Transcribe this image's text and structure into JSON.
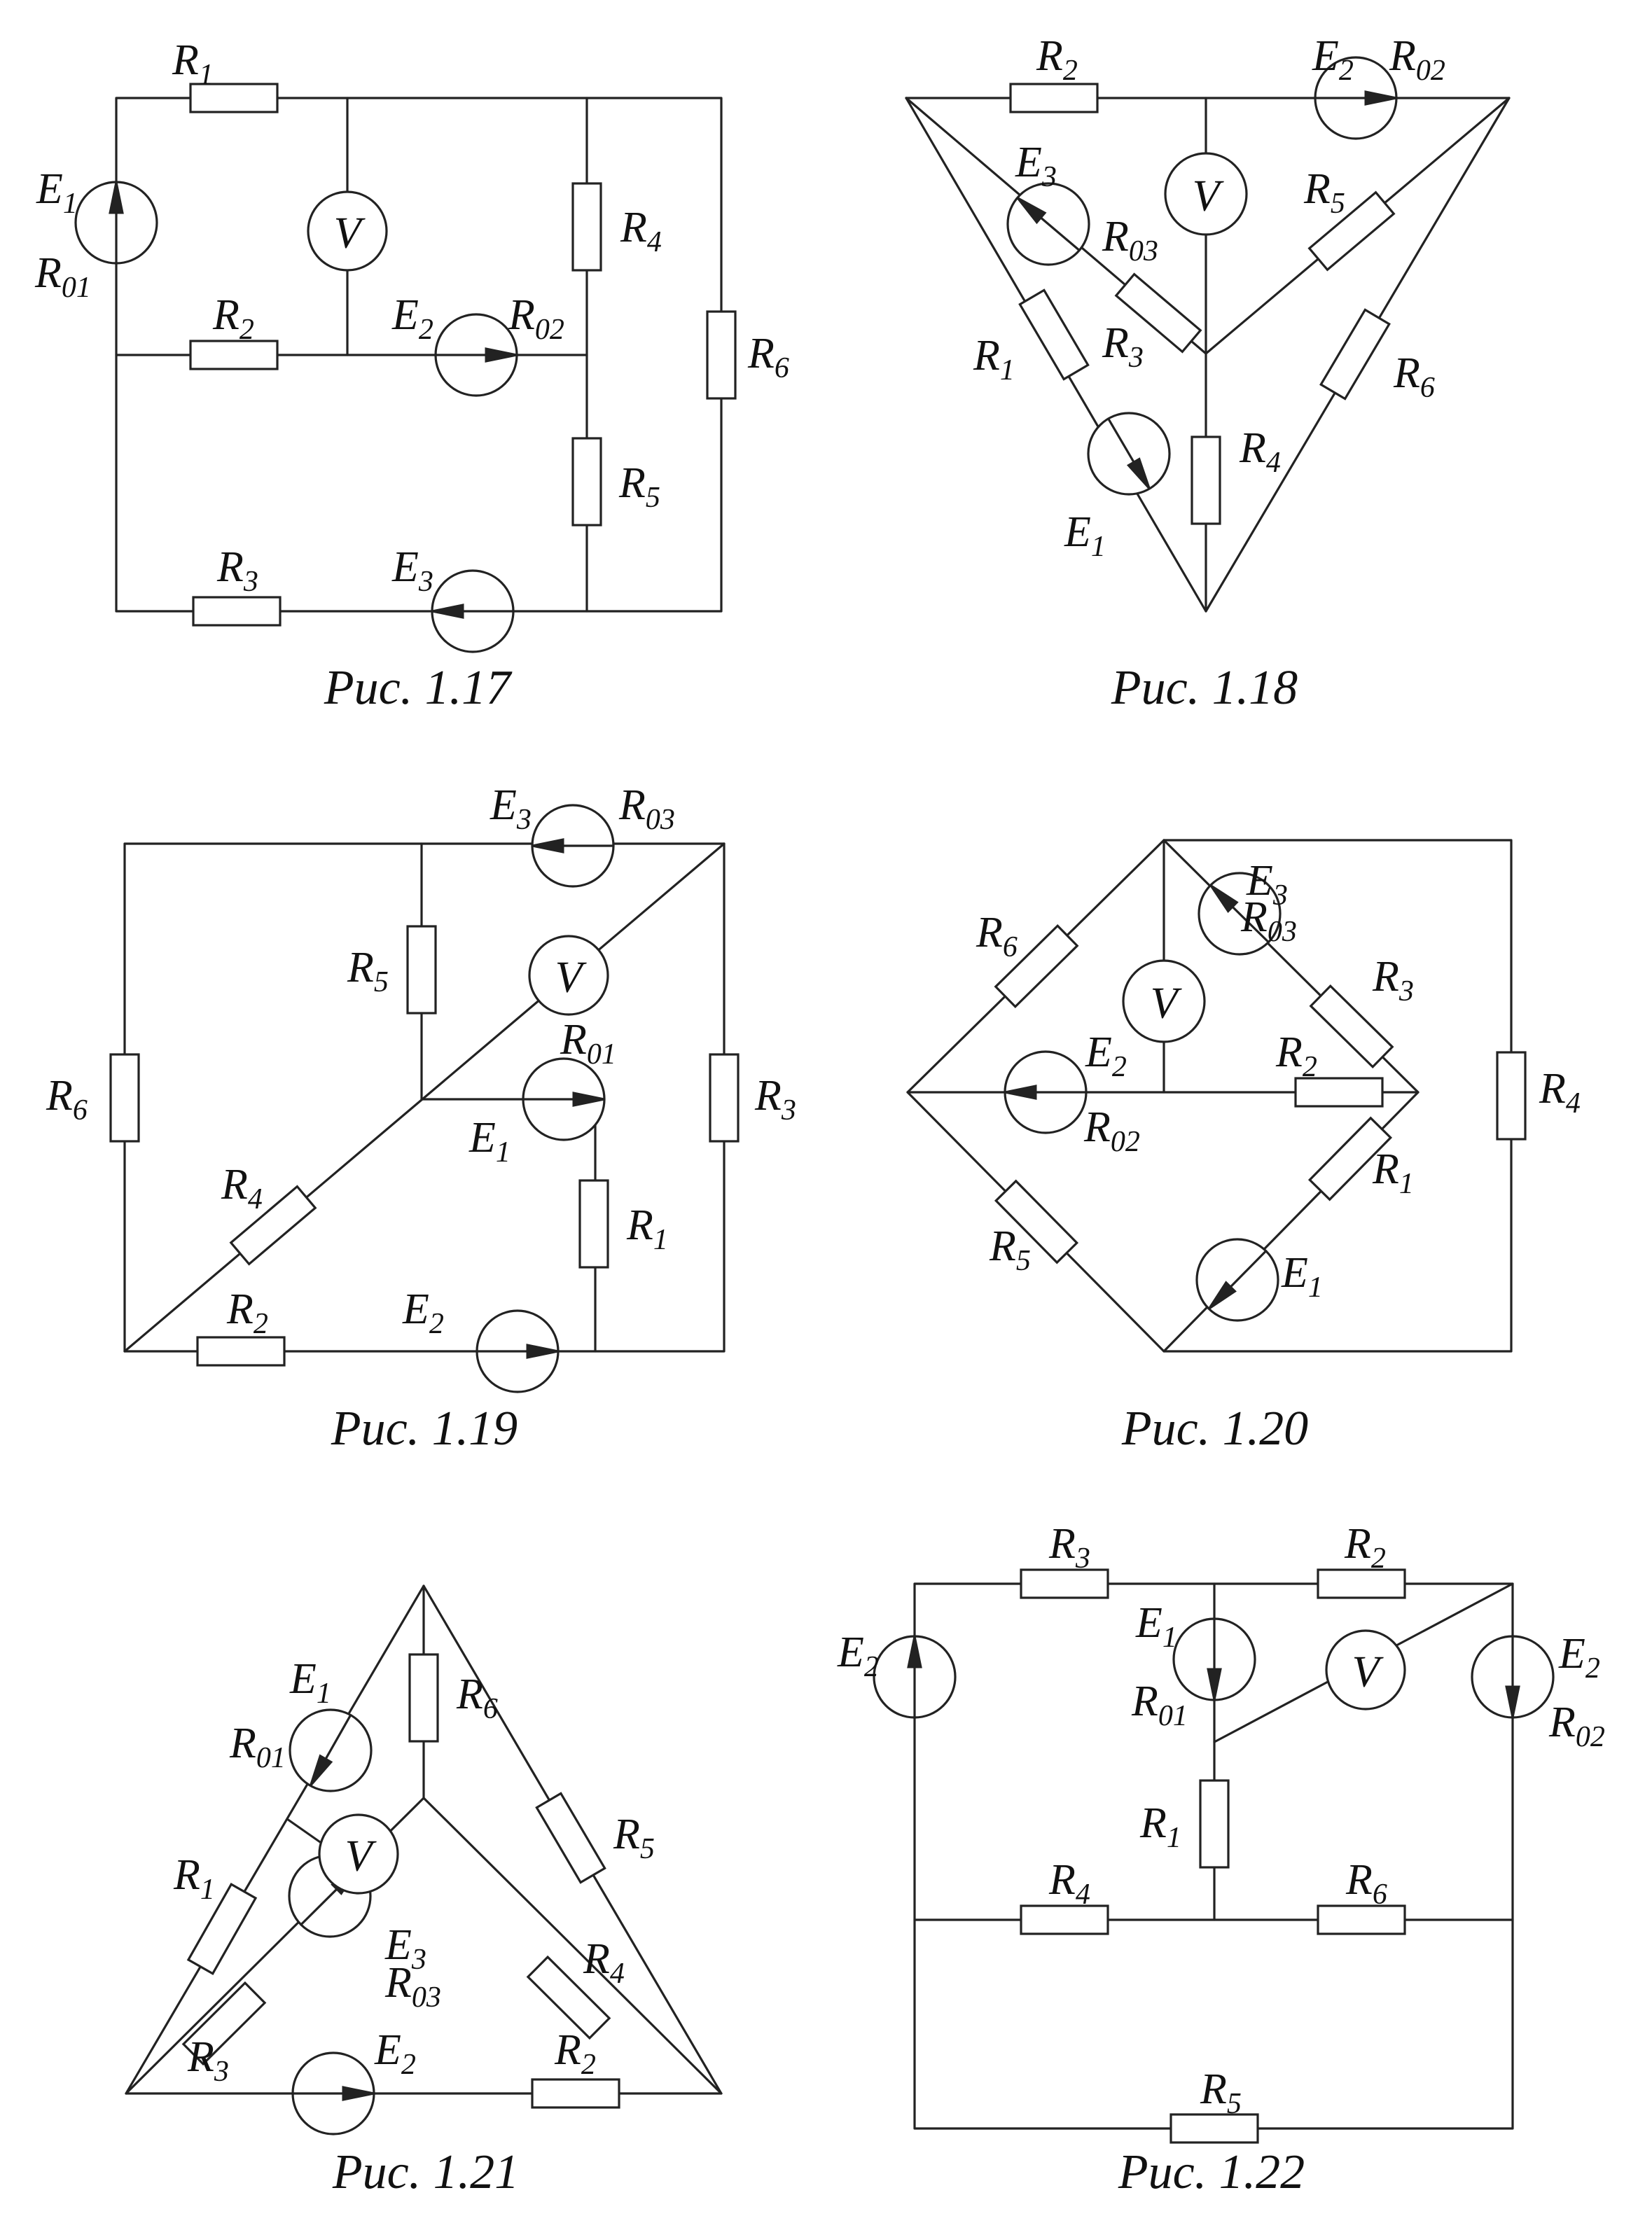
{
  "figures": [
    {
      "caption": "Рис. 1.17",
      "labels": {
        "R1": [
          "R",
          "1"
        ],
        "R2": [
          "R",
          "2"
        ],
        "R3": [
          "R",
          "3"
        ],
        "R4": [
          "R",
          "4"
        ],
        "R5": [
          "R",
          "5"
        ],
        "R6": [
          "R",
          "6"
        ],
        "E1": [
          "E",
          "1"
        ],
        "R01": [
          "R",
          "01"
        ],
        "E2": [
          "E",
          "2"
        ],
        "R02": [
          "R",
          "02"
        ],
        "E3": [
          "E",
          "3"
        ],
        "V": "V"
      }
    },
    {
      "caption": "Рис. 1.18",
      "labels": {
        "R2": [
          "R",
          "2"
        ],
        "E2": [
          "E",
          "2"
        ],
        "R02": [
          "R",
          "02"
        ],
        "E3": [
          "E",
          "3"
        ],
        "R03": [
          "R",
          "03"
        ],
        "R5": [
          "R",
          "5"
        ],
        "R1": [
          "R",
          "1"
        ],
        "R3": [
          "R",
          "3"
        ],
        "R6": [
          "R",
          "6"
        ],
        "R4": [
          "R",
          "4"
        ],
        "E1": [
          "E",
          "1"
        ],
        "V": "V"
      }
    },
    {
      "caption": "Рис. 1.19",
      "labels": {
        "E3": [
          "E",
          "3"
        ],
        "R03": [
          "R",
          "03"
        ],
        "R5": [
          "R",
          "5"
        ],
        "R6": [
          "R",
          "6"
        ],
        "R01": [
          "R",
          "01"
        ],
        "E1": [
          "E",
          "1"
        ],
        "R3": [
          "R",
          "3"
        ],
        "R4": [
          "R",
          "4"
        ],
        "R1": [
          "R",
          "1"
        ],
        "R2": [
          "R",
          "2"
        ],
        "E2": [
          "E",
          "2"
        ],
        "V": "V"
      }
    },
    {
      "caption": "Рис. 1.20",
      "labels": {
        "E3": [
          "E",
          "3"
        ],
        "R03": [
          "R",
          "03"
        ],
        "R6": [
          "R",
          "6"
        ],
        "R3": [
          "R",
          "3"
        ],
        "E2": [
          "E",
          "2"
        ],
        "R2": [
          "R",
          "2"
        ],
        "R02": [
          "R",
          "02"
        ],
        "R4": [
          "R",
          "4"
        ],
        "R1": [
          "R",
          "1"
        ],
        "R5": [
          "R",
          "5"
        ],
        "E1": [
          "E",
          "1"
        ],
        "V": "V"
      }
    },
    {
      "caption": "Рис. 1.21",
      "labels": {
        "E1": [
          "E",
          "1"
        ],
        "R01": [
          "R",
          "01"
        ],
        "R6": [
          "R",
          "6"
        ],
        "R5": [
          "R",
          "5"
        ],
        "R1": [
          "R",
          "1"
        ],
        "E3": [
          "E",
          "3"
        ],
        "R03": [
          "R",
          "03"
        ],
        "R4": [
          "R",
          "4"
        ],
        "R3": [
          "R",
          "3"
        ],
        "E2": [
          "E",
          "2"
        ],
        "R2": [
          "R",
          "2"
        ],
        "V": "V"
      }
    },
    {
      "caption": "Рис. 1.22",
      "labels": {
        "R3": [
          "R",
          "3"
        ],
        "R2": [
          "R",
          "2"
        ],
        "E1": [
          "E",
          "1"
        ],
        "R01": [
          "R",
          "01"
        ],
        "E2a": [
          "E",
          "2"
        ],
        "E2b": [
          "E",
          "2"
        ],
        "R02": [
          "R",
          "02"
        ],
        "R1": [
          "R",
          "1"
        ],
        "R4": [
          "R",
          "4"
        ],
        "R6": [
          "R",
          "6"
        ],
        "R5": [
          "R",
          "5"
        ],
        "V": "V"
      }
    }
  ]
}
